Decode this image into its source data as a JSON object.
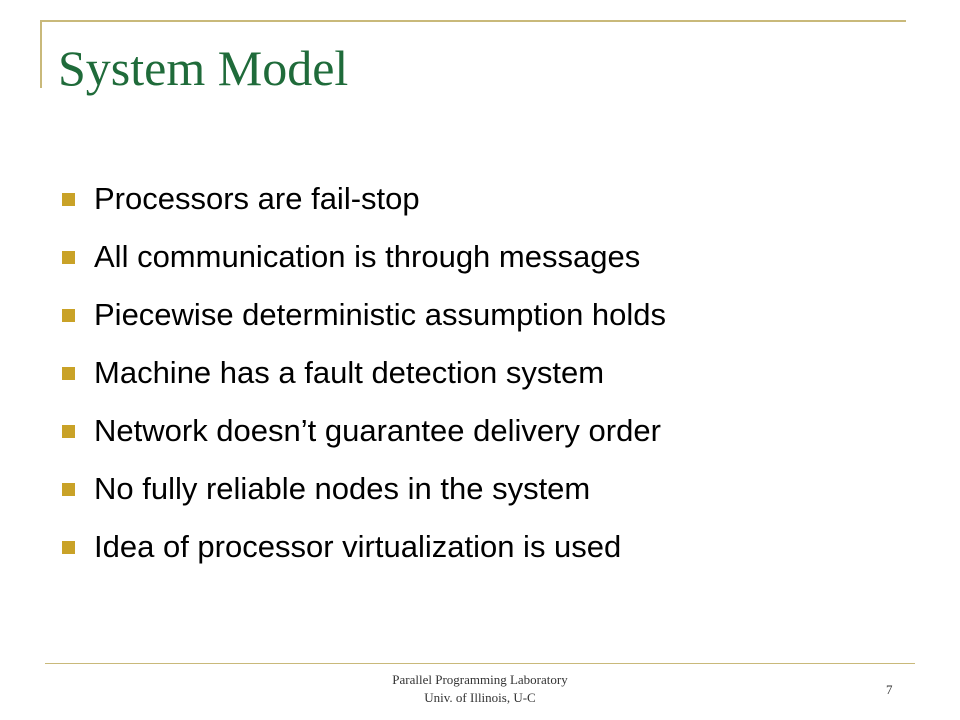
{
  "slide": {
    "title": "System Model",
    "bullets": [
      "Processors are fail-stop",
      "All communication is through messages",
      "Piecewise deterministic assumption holds",
      "Machine has a fault detection system",
      "Network doesn’t guarantee delivery order",
      "No fully reliable nodes in the system",
      "Idea of processor virtualization is used"
    ],
    "footer": {
      "line1": "Parallel Programming Laboratory",
      "line2": "Univ. of Illinois, U-C"
    },
    "page_number": "7"
  },
  "colors": {
    "title": "#1f6b3a",
    "bullet_marker": "#c9a227",
    "frame": "#c9b97a"
  }
}
